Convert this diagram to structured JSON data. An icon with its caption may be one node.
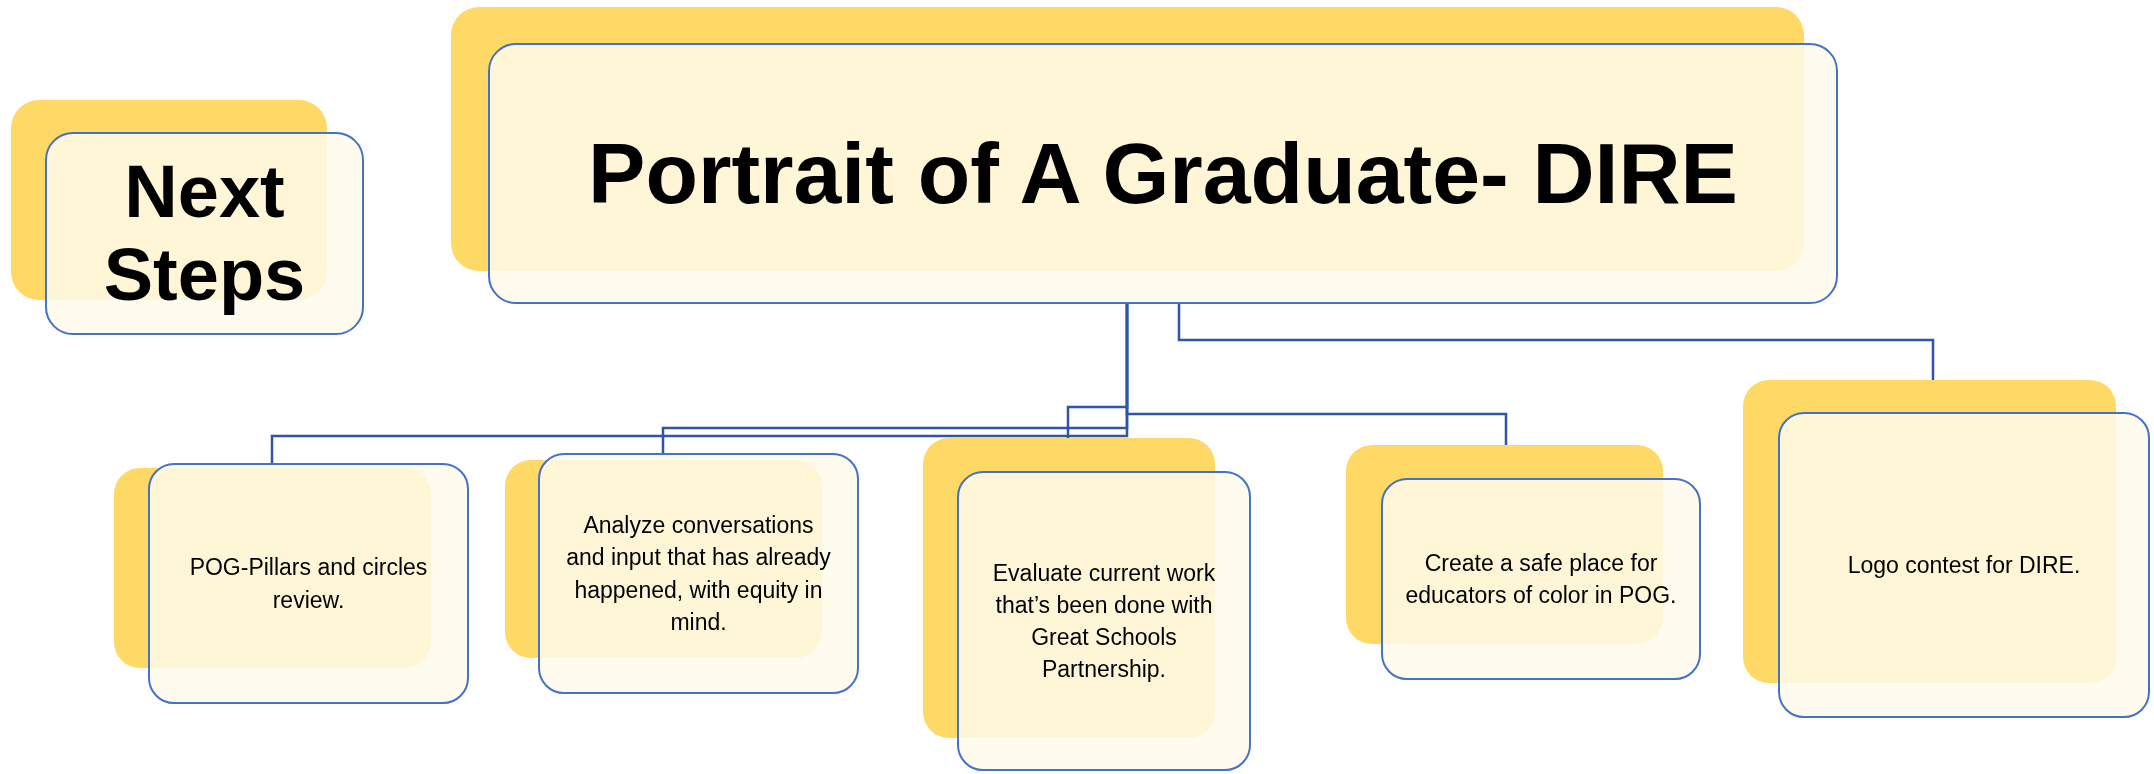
{
  "diagram": {
    "nodes": [
      {
        "text": [
          "Next Steps"
        ]
      },
      {
        "text": [
          "Portrait of A Graduate- DIRE"
        ]
      },
      {
        "text": [
          "POG-Pillars and circles review."
        ]
      },
      {
        "text": [
          "Analyze conversations and input that has already happened, with equity in mind."
        ]
      },
      {
        "text": [
          "Evaluate current work that’s been done with Great Schools Partnership."
        ]
      },
      {
        "text": [
          "Create a safe place for educators of color in POG."
        ]
      },
      {
        "text": [
          "Logo contest for DIRE."
        ]
      }
    ],
    "edges": [
      {
        "from": 1,
        "to": 2,
        "arrow": "none"
      },
      {
        "from": 1,
        "to": 3,
        "arrow": "none"
      },
      {
        "from": 1,
        "to": 4,
        "arrow": "none"
      },
      {
        "from": 1,
        "to": 5,
        "arrow": "none"
      },
      {
        "from": 1,
        "to": 6,
        "arrow": "none"
      }
    ]
  }
}
